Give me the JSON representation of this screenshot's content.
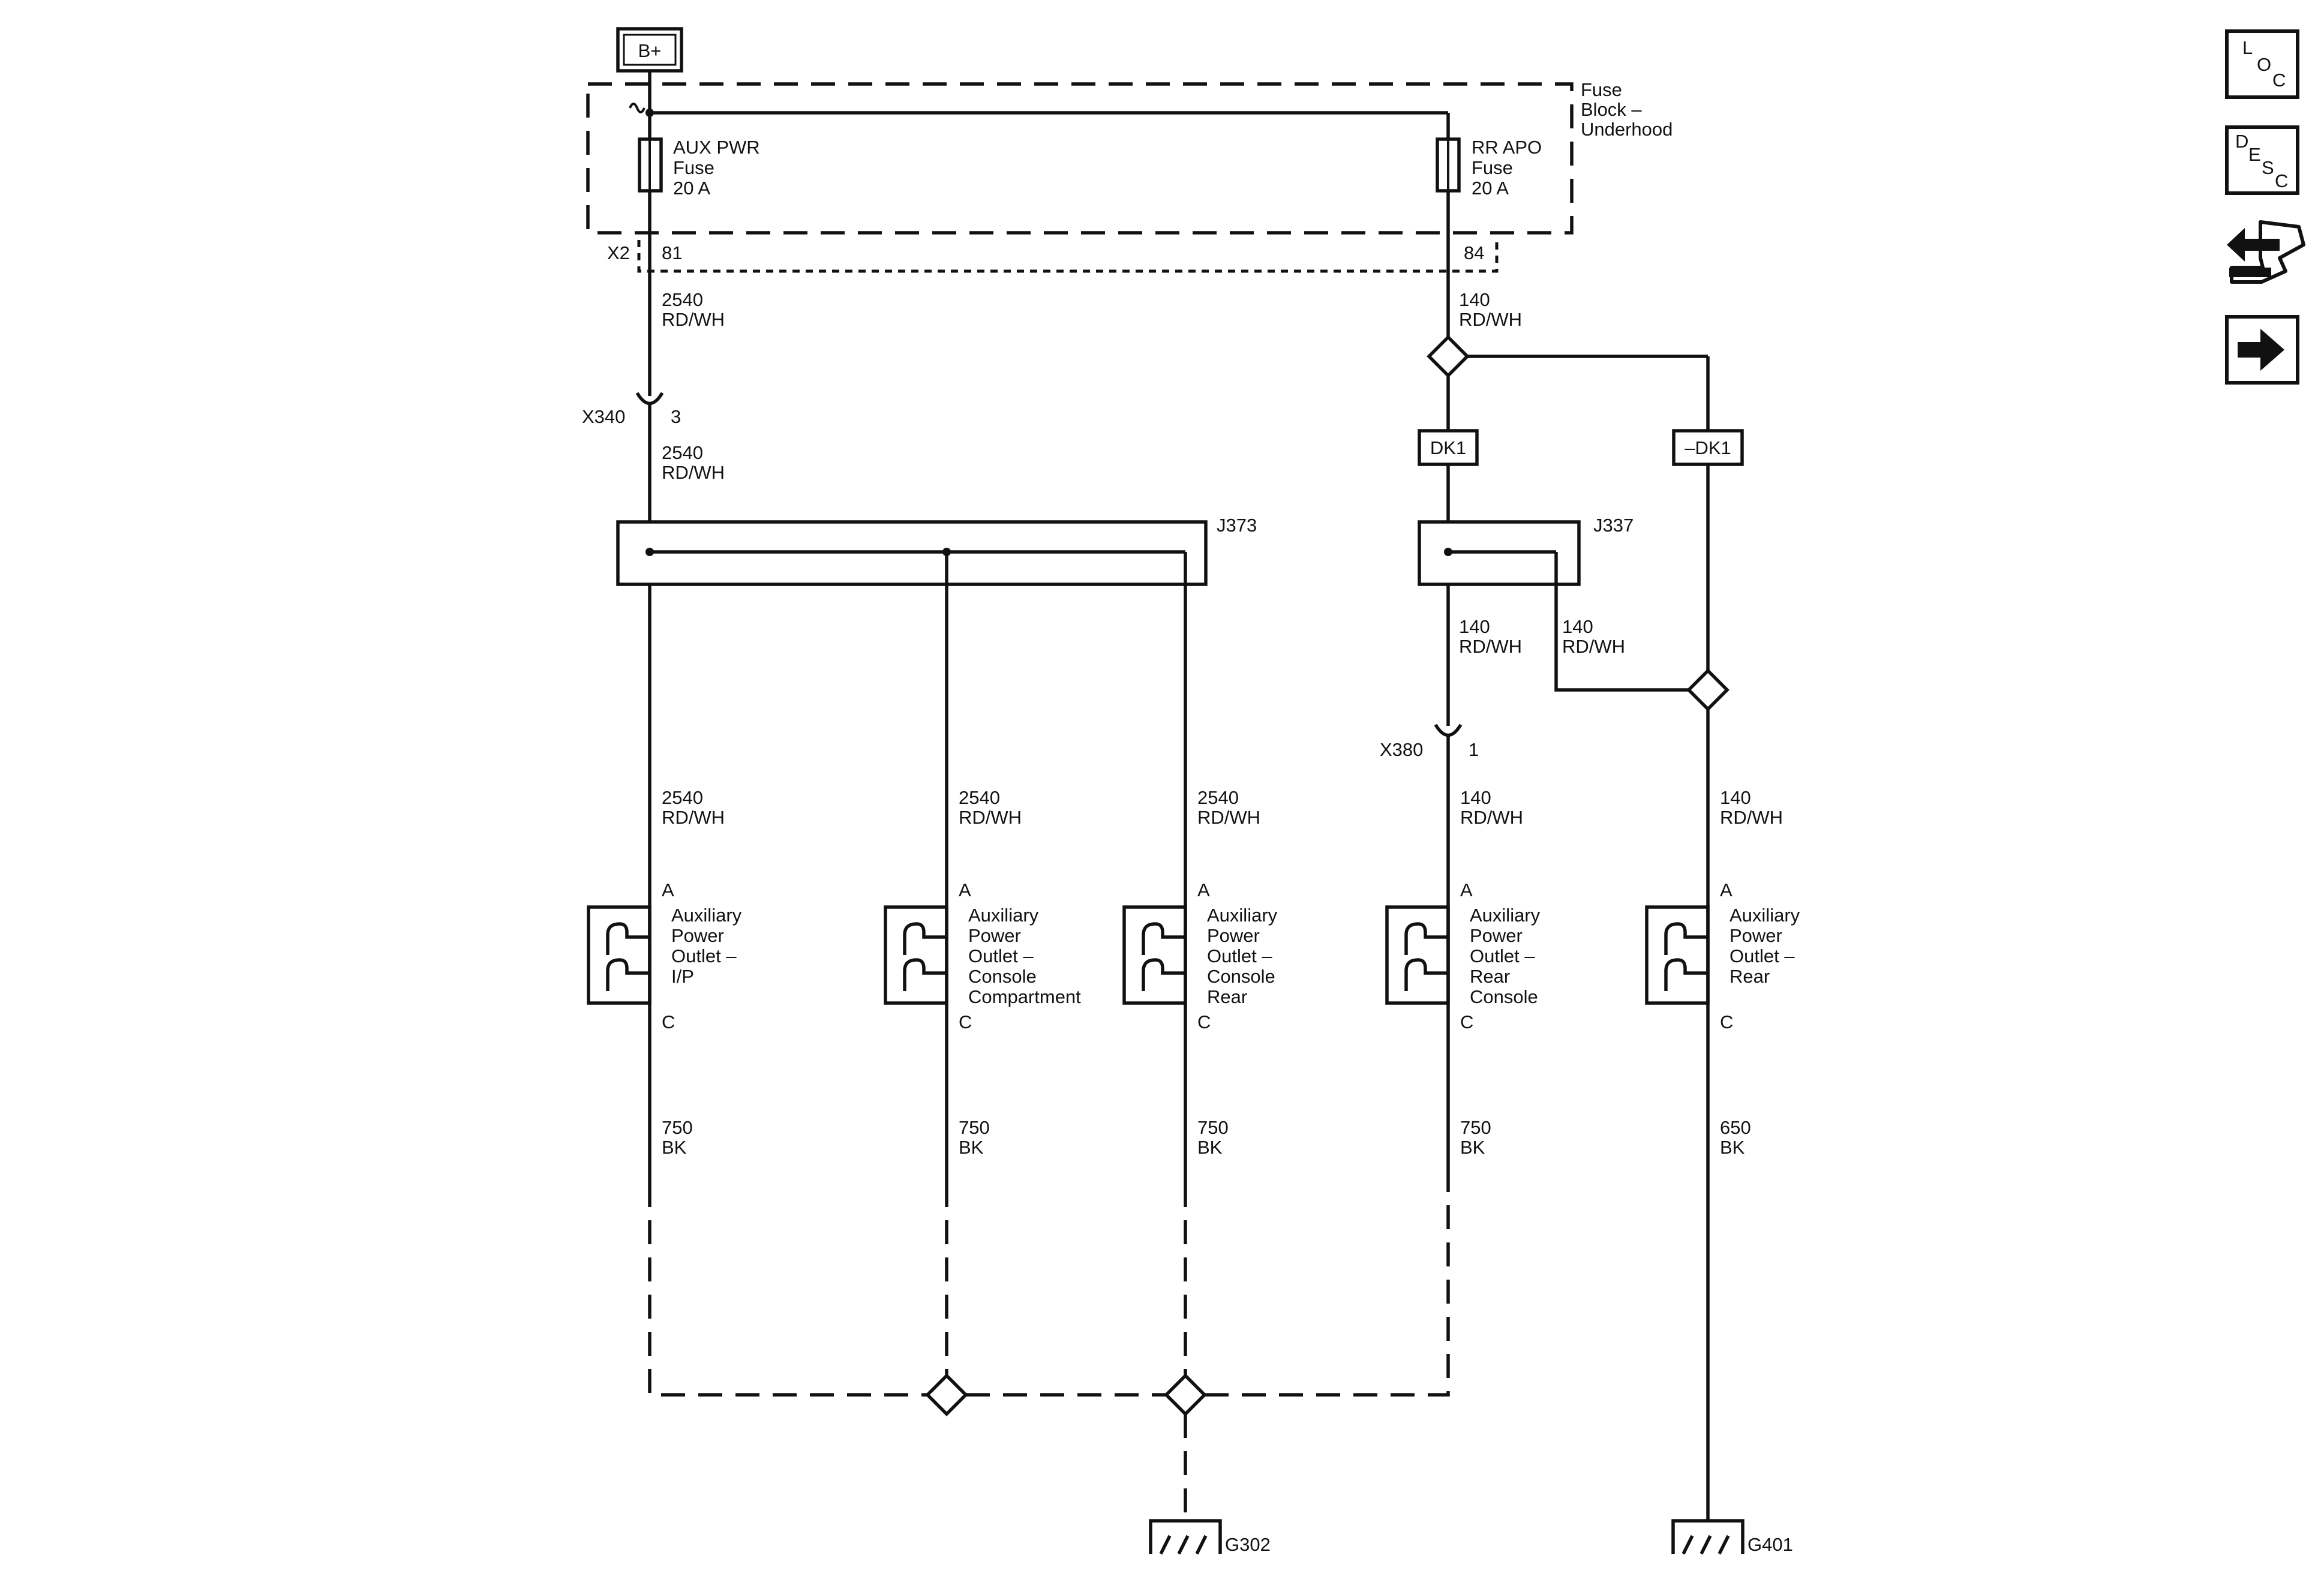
{
  "power_source": "B+",
  "fuse_block": {
    "label_1": "Fuse",
    "label_2": "Block –",
    "label_3": "Underhood",
    "connector": "X2"
  },
  "fuses": [
    {
      "line1": "AUX PWR",
      "line2": "Fuse",
      "rating": "20 A",
      "pin": "81"
    },
    {
      "line1": "RR APO",
      "line2": "Fuse",
      "rating": "20 A",
      "pin": "84"
    }
  ],
  "connectors": {
    "x340": {
      "name": "X340",
      "pin": "3"
    },
    "x380": {
      "name": "X380",
      "pin": "1"
    }
  },
  "splices": {
    "j373": "J373",
    "j337": "J337"
  },
  "options": {
    "dk1": "DK1",
    "not_dk1": "–DK1"
  },
  "wires": {
    "aux_top": {
      "circuit": "2540",
      "color": "RD/WH"
    },
    "aux_mid": {
      "circuit": "2540",
      "color": "RD/WH"
    },
    "rr_top": {
      "circuit": "140",
      "color": "RD/WH"
    },
    "j337_out_1": {
      "circuit": "140",
      "color": "RD/WH"
    },
    "j337_out_2": {
      "circuit": "140",
      "color": "RD/WH"
    }
  },
  "outlets": [
    {
      "top_wire": {
        "circuit": "2540",
        "color": "RD/WH"
      },
      "pin_a": "A",
      "pin_c": "C",
      "name": [
        "Auxiliary",
        "Power",
        "Outlet –",
        "I/P"
      ],
      "ground_wire": {
        "circuit": "750",
        "color": "BK"
      }
    },
    {
      "top_wire": {
        "circuit": "2540",
        "color": "RD/WH"
      },
      "pin_a": "A",
      "pin_c": "C",
      "name": [
        "Auxiliary",
        "Power",
        "Outlet –",
        "Console",
        "Compartment"
      ],
      "ground_wire": {
        "circuit": "750",
        "color": "BK"
      }
    },
    {
      "top_wire": {
        "circuit": "2540",
        "color": "RD/WH"
      },
      "pin_a": "A",
      "pin_c": "C",
      "name": [
        "Auxiliary",
        "Power",
        "Outlet –",
        "Console",
        "Rear"
      ],
      "ground_wire": {
        "circuit": "750",
        "color": "BK"
      }
    },
    {
      "top_wire": {
        "circuit": "140",
        "color": "RD/WH"
      },
      "pin_a": "A",
      "pin_c": "C",
      "name": [
        "Auxiliary",
        "Power",
        "Outlet –",
        "Rear",
        "Console"
      ],
      "ground_wire": {
        "circuit": "750",
        "color": "BK"
      }
    },
    {
      "top_wire": {
        "circuit": "140",
        "color": "RD/WH"
      },
      "pin_a": "A",
      "pin_c": "C",
      "name": [
        "Auxiliary",
        "Power",
        "Outlet –",
        "Rear"
      ],
      "ground_wire": {
        "circuit": "650",
        "color": "BK"
      }
    }
  ],
  "grounds": [
    "G302",
    "G401"
  ],
  "side_buttons": {
    "loc": {
      "l1": "L",
      "l2": "O",
      "l3": "C",
      "icon": "location-icon"
    },
    "desc": {
      "l1": "D",
      "l2": "E",
      "l3": "S",
      "l4": "C",
      "icon": "description-icon"
    },
    "connector": {
      "icon": "connector-icon"
    },
    "next": {
      "icon": "arrow-right-icon"
    }
  }
}
